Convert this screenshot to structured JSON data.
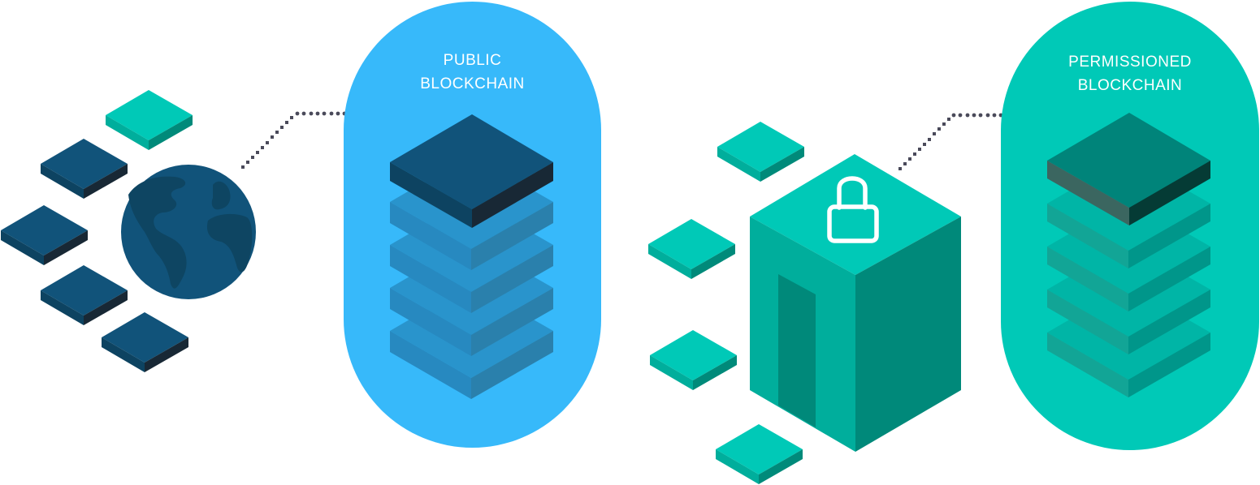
{
  "public": {
    "title_line1": "PUBLIC",
    "title_line2": "BLOCKCHAIN",
    "pill_color": "#37b9fa",
    "top_block_color": "#11537a",
    "stack_blocks": 4
  },
  "permissioned": {
    "title_line1": "PERMISSIONED",
    "title_line2": "BLOCKCHAIN",
    "pill_color": "#00c9b7",
    "top_block_color": "#00847a",
    "stack_blocks": 4
  },
  "icons": {
    "globe": "globe-icon",
    "lock": "lock-icon",
    "arrow": "dotted-arrow-icon"
  },
  "colors": {
    "navy": "#11537a",
    "teal": "#00c9b7",
    "arrow": "#4a4a5a"
  }
}
